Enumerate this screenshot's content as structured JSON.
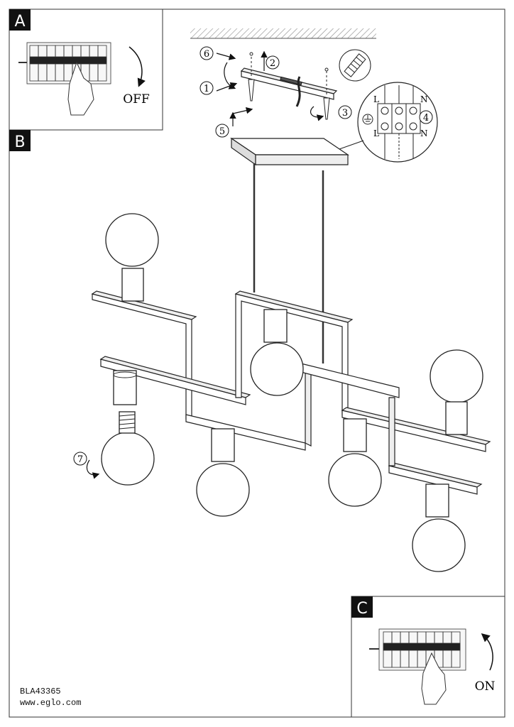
{
  "panels": {
    "a": {
      "letter": "A",
      "state": "OFF"
    },
    "b": {
      "letter": "B"
    },
    "c": {
      "letter": "C",
      "state": "ON"
    }
  },
  "steps": {
    "s1": "1",
    "s2": "2",
    "s3": "3",
    "s4": "4",
    "s5": "5",
    "s6": "6",
    "s7": "7"
  },
  "terminal": {
    "l_top": "L",
    "n_top": "N",
    "l_bottom": "L",
    "n_bottom": "N"
  },
  "footer": {
    "model": "BLA43365",
    "website": "www.eglo.com"
  }
}
